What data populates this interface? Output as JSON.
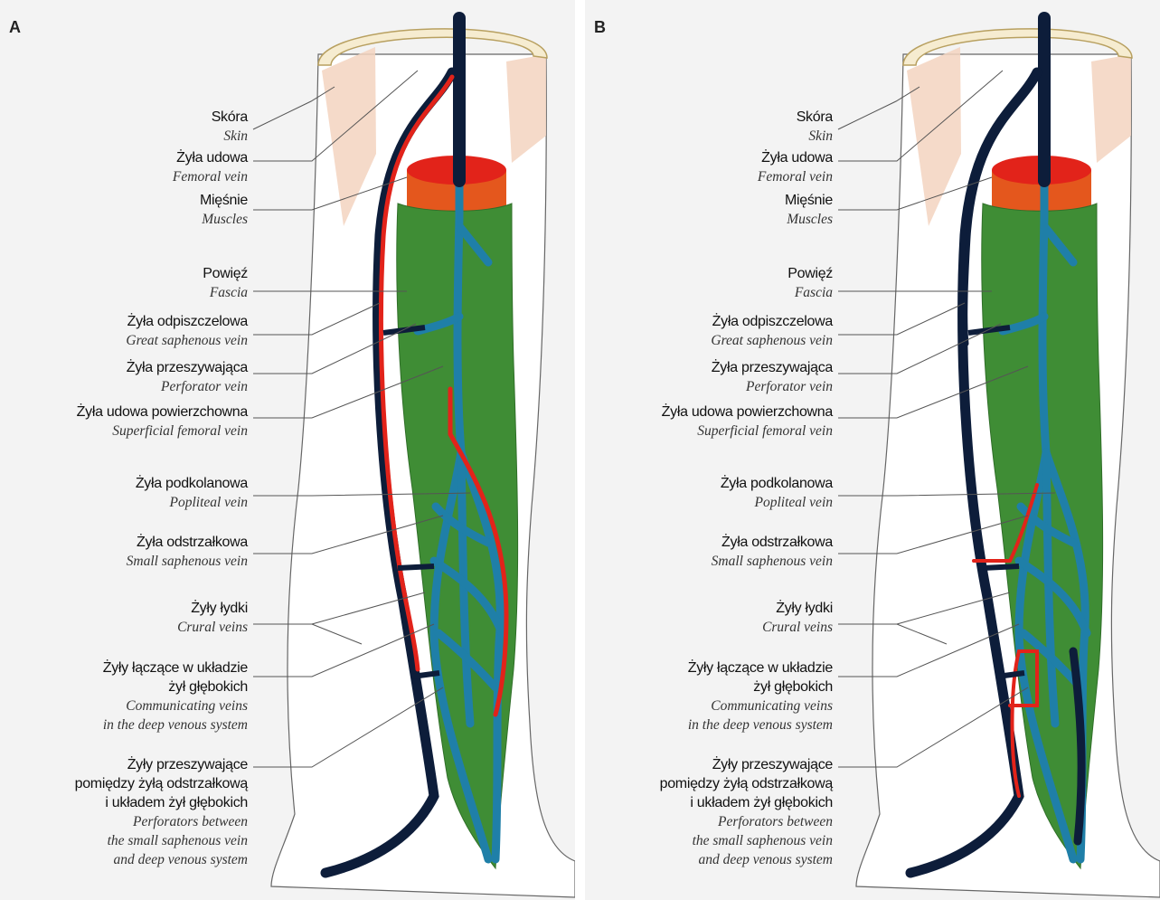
{
  "colors": {
    "deep_vein": "#1f7fa8",
    "superficial_vein": "#0d1d3a",
    "reflux": "#e2231a",
    "fascia": "#3f8d35",
    "muscle": "#e4571d",
    "skin": "#f3d3bf"
  },
  "panels": [
    {
      "letter": "A",
      "labels": [
        {
          "pl": [
            "Skóra"
          ],
          "en": [
            "Skin"
          ]
        },
        {
          "pl": [
            "Żyła udowa"
          ],
          "en": [
            "Femoral vein"
          ]
        },
        {
          "pl": [
            "Mięśnie"
          ],
          "en": [
            "Muscles"
          ]
        },
        {
          "pl": [
            "Powięź"
          ],
          "en": [
            "Fascia"
          ]
        },
        {
          "pl": [
            "Żyła odpiszczelowa"
          ],
          "en": [
            "Great saphenous vein"
          ]
        },
        {
          "pl": [
            "Żyła przeszywająca"
          ],
          "en": [
            "Perforator vein"
          ]
        },
        {
          "pl": [
            "Żyła udowa powierzchowna"
          ],
          "en": [
            "Superficial femoral vein"
          ]
        },
        {
          "pl": [
            "Żyła podkolanowa"
          ],
          "en": [
            "Popliteal vein"
          ]
        },
        {
          "pl": [
            "Żyła odstrzałkowa"
          ],
          "en": [
            "Small saphenous vein"
          ]
        },
        {
          "pl": [
            "Żyły łydki"
          ],
          "en": [
            "Crural veins"
          ]
        },
        {
          "pl": [
            "Żyły łączące w układzie",
            "żył głębokich"
          ],
          "en": [
            "Communicating veins",
            "in the deep venous system"
          ]
        },
        {
          "pl": [
            "Żyły przeszywające",
            "pomiędzy żyłą odstrzałkową",
            "i układem żył głębokich"
          ],
          "en": [
            "Perforators between",
            "the small saphenous vein",
            "and deep venous system"
          ]
        }
      ]
    },
    {
      "letter": "B",
      "labels": [
        {
          "pl": [
            "Skóra"
          ],
          "en": [
            "Skin"
          ]
        },
        {
          "pl": [
            "Żyła udowa"
          ],
          "en": [
            "Femoral vein"
          ]
        },
        {
          "pl": [
            "Mięśnie"
          ],
          "en": [
            "Muscles"
          ]
        },
        {
          "pl": [
            "Powięź"
          ],
          "en": [
            "Fascia"
          ]
        },
        {
          "pl": [
            "Żyła odpiszczelowa"
          ],
          "en": [
            "Great saphenous vein"
          ]
        },
        {
          "pl": [
            "Żyła przeszywająca"
          ],
          "en": [
            "Perforator vein"
          ]
        },
        {
          "pl": [
            "Żyła udowa powierzchowna"
          ],
          "en": [
            "Superficial femoral vein"
          ]
        },
        {
          "pl": [
            "Żyła podkolanowa"
          ],
          "en": [
            "Popliteal vein"
          ]
        },
        {
          "pl": [
            "Żyła odstrzałkowa"
          ],
          "en": [
            "Small saphenous vein"
          ]
        },
        {
          "pl": [
            "Żyły łydki"
          ],
          "en": [
            "Crural veins"
          ]
        },
        {
          "pl": [
            "Żyły łączące w układzie",
            "żył głębokich"
          ],
          "en": [
            "Communicating veins",
            "in the deep venous system"
          ]
        },
        {
          "pl": [
            "Żyły przeszywające",
            "pomiędzy żyłą odstrzałkową",
            "i układem żył głębokich"
          ],
          "en": [
            "Perforators between",
            "the small saphenous vein",
            "and deep venous system"
          ]
        }
      ]
    }
  ]
}
